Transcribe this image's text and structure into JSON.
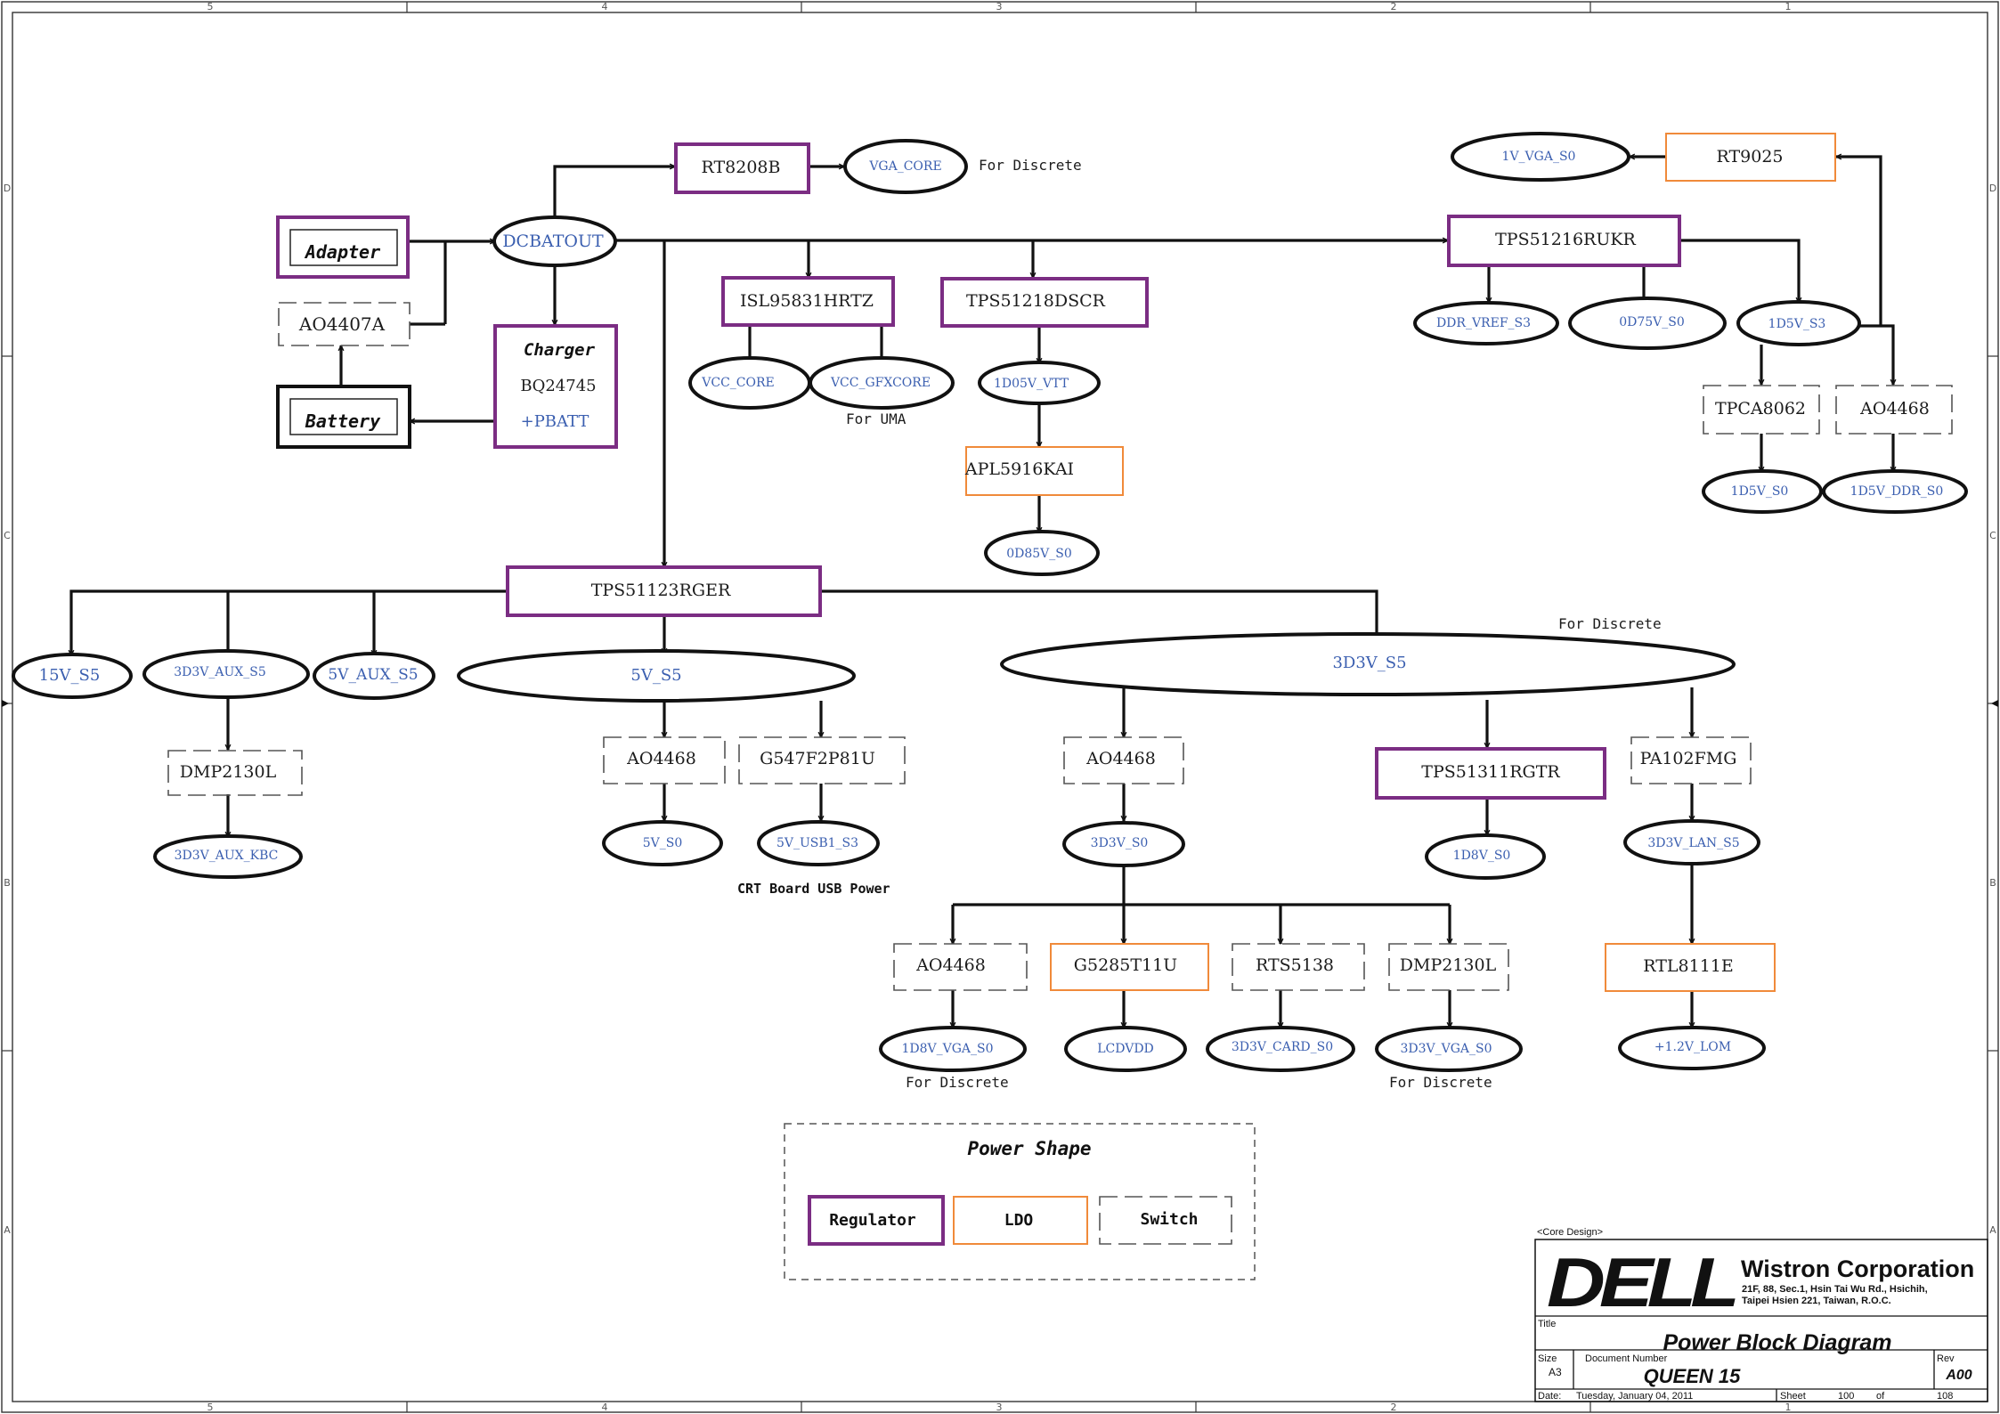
{
  "border": {
    "cols_top": [
      "5",
      "4",
      "3",
      "2",
      "1"
    ],
    "cols_bottom": [
      "5",
      "4",
      "3",
      "2",
      "1"
    ],
    "rows": [
      "D",
      "C",
      "B",
      "A"
    ]
  },
  "colors": {
    "regulator": "#7b2d83",
    "ldo": "#f08a3a",
    "rail_text": "#3b5fb0"
  },
  "sources": {
    "adapter": "Adapter",
    "battery": "Battery",
    "ao4407a": "AO4407A",
    "dcbatout": "DCBATOUT",
    "charger_title": "Charger",
    "charger_part": "BQ24745",
    "charger_out": "+PBATT"
  },
  "parts": {
    "rt8208b": "RT8208B",
    "isl95831": "ISL95831HRTZ",
    "tps51218": "TPS51218DSCR",
    "apl5916": "APL5916KAI",
    "tps51216": "TPS51216RUKR",
    "rt9025": "RT9025",
    "tpca8062": "TPCA8062",
    "ao4468_ddr": "AO4468",
    "tps51123": "TPS51123RGER",
    "dmp2130l_aux": "DMP2130L",
    "ao4468_5v": "AO4468",
    "g547": "G547F2P81U",
    "ao4468_3v": "AO4468",
    "tps51311": "TPS51311RGTR",
    "pa102": "PA102FMG",
    "ao4468_vga": "AO4468",
    "g5285": "G5285T11U",
    "rts5138": "RTS5138",
    "dmp2130l_vga": "DMP2130L",
    "rtl8111e": "RTL8111E"
  },
  "rails": {
    "vga_core": "VGA_CORE",
    "vcc_core": "VCC_CORE",
    "vcc_gfxcore": "VCC_GFXCORE",
    "v1d05_vtt": "1D05V_VTT",
    "v0d85_s0": "0D85V_S0",
    "v1_vga_s0": "1V_VGA_S0",
    "ddr_vref_s3": "DDR_VREF_S3",
    "v0d75_s0": "0D75V_S0",
    "v1d5_s3": "1D5V_S3",
    "v1d5_s0": "1D5V_S0",
    "v1d5_ddr_s0": "1D5V_DDR_S0",
    "v15_s5": "15V_S5",
    "v3d3_aux_s5": "3D3V_AUX_S5",
    "v5_aux_s5": "5V_AUX_S5",
    "v5_s5": "5V_S5",
    "v3d3_s5": "3D3V_S5",
    "v3d3_aux_kbc": "3D3V_AUX_KBC",
    "v5_s0": "5V_S0",
    "v5_usb1_s3": "5V_USB1_S3",
    "v3d3_s0": "3D3V_S0",
    "v1d8_s0": "1D8V_S0",
    "v3d3_lan_s5": "3D3V_LAN_S5",
    "v1d8_vga_s0": "1D8V_VGA_S0",
    "lcdvdd": "LCDVDD",
    "v3d3_card_s0": "3D3V_CARD_S0",
    "v3d3_vga_s0": "3D3V_VGA_S0",
    "v1_2_lom": "+1.2V_LOM"
  },
  "notes": {
    "for_discrete_rt8208": "For Discrete",
    "for_uma": "For UMA",
    "for_discrete_3d3": "For Discrete",
    "crt_usb": "CRT Board USB Power",
    "for_discrete_vga18": "For Discrete",
    "for_discrete_vga33": "For Discrete"
  },
  "legend": {
    "title": "Power Shape",
    "regulator": "Regulator",
    "ldo": "LDO",
    "switch": "Switch"
  },
  "titleblock": {
    "core_design": "<Core Design>",
    "logo": "DELL",
    "company": "Wistron Corporation",
    "addr1": "21F, 88, Sec.1, Hsin Tai Wu Rd., Hsichih,",
    "addr2": "Taipei Hsien 221, Taiwan, R.O.C.",
    "title_label": "Title",
    "title": "Power Block Diagram",
    "size_label": "Size",
    "size": "A3",
    "docnum_label": "Document Number",
    "docnum": "QUEEN 15",
    "rev_label": "Rev",
    "rev": "A00",
    "date_label": "Date:",
    "date": "Tuesday, January 04, 2011",
    "sheet_label": "Sheet",
    "sheet": "100",
    "of_label": "of",
    "total": "108"
  }
}
